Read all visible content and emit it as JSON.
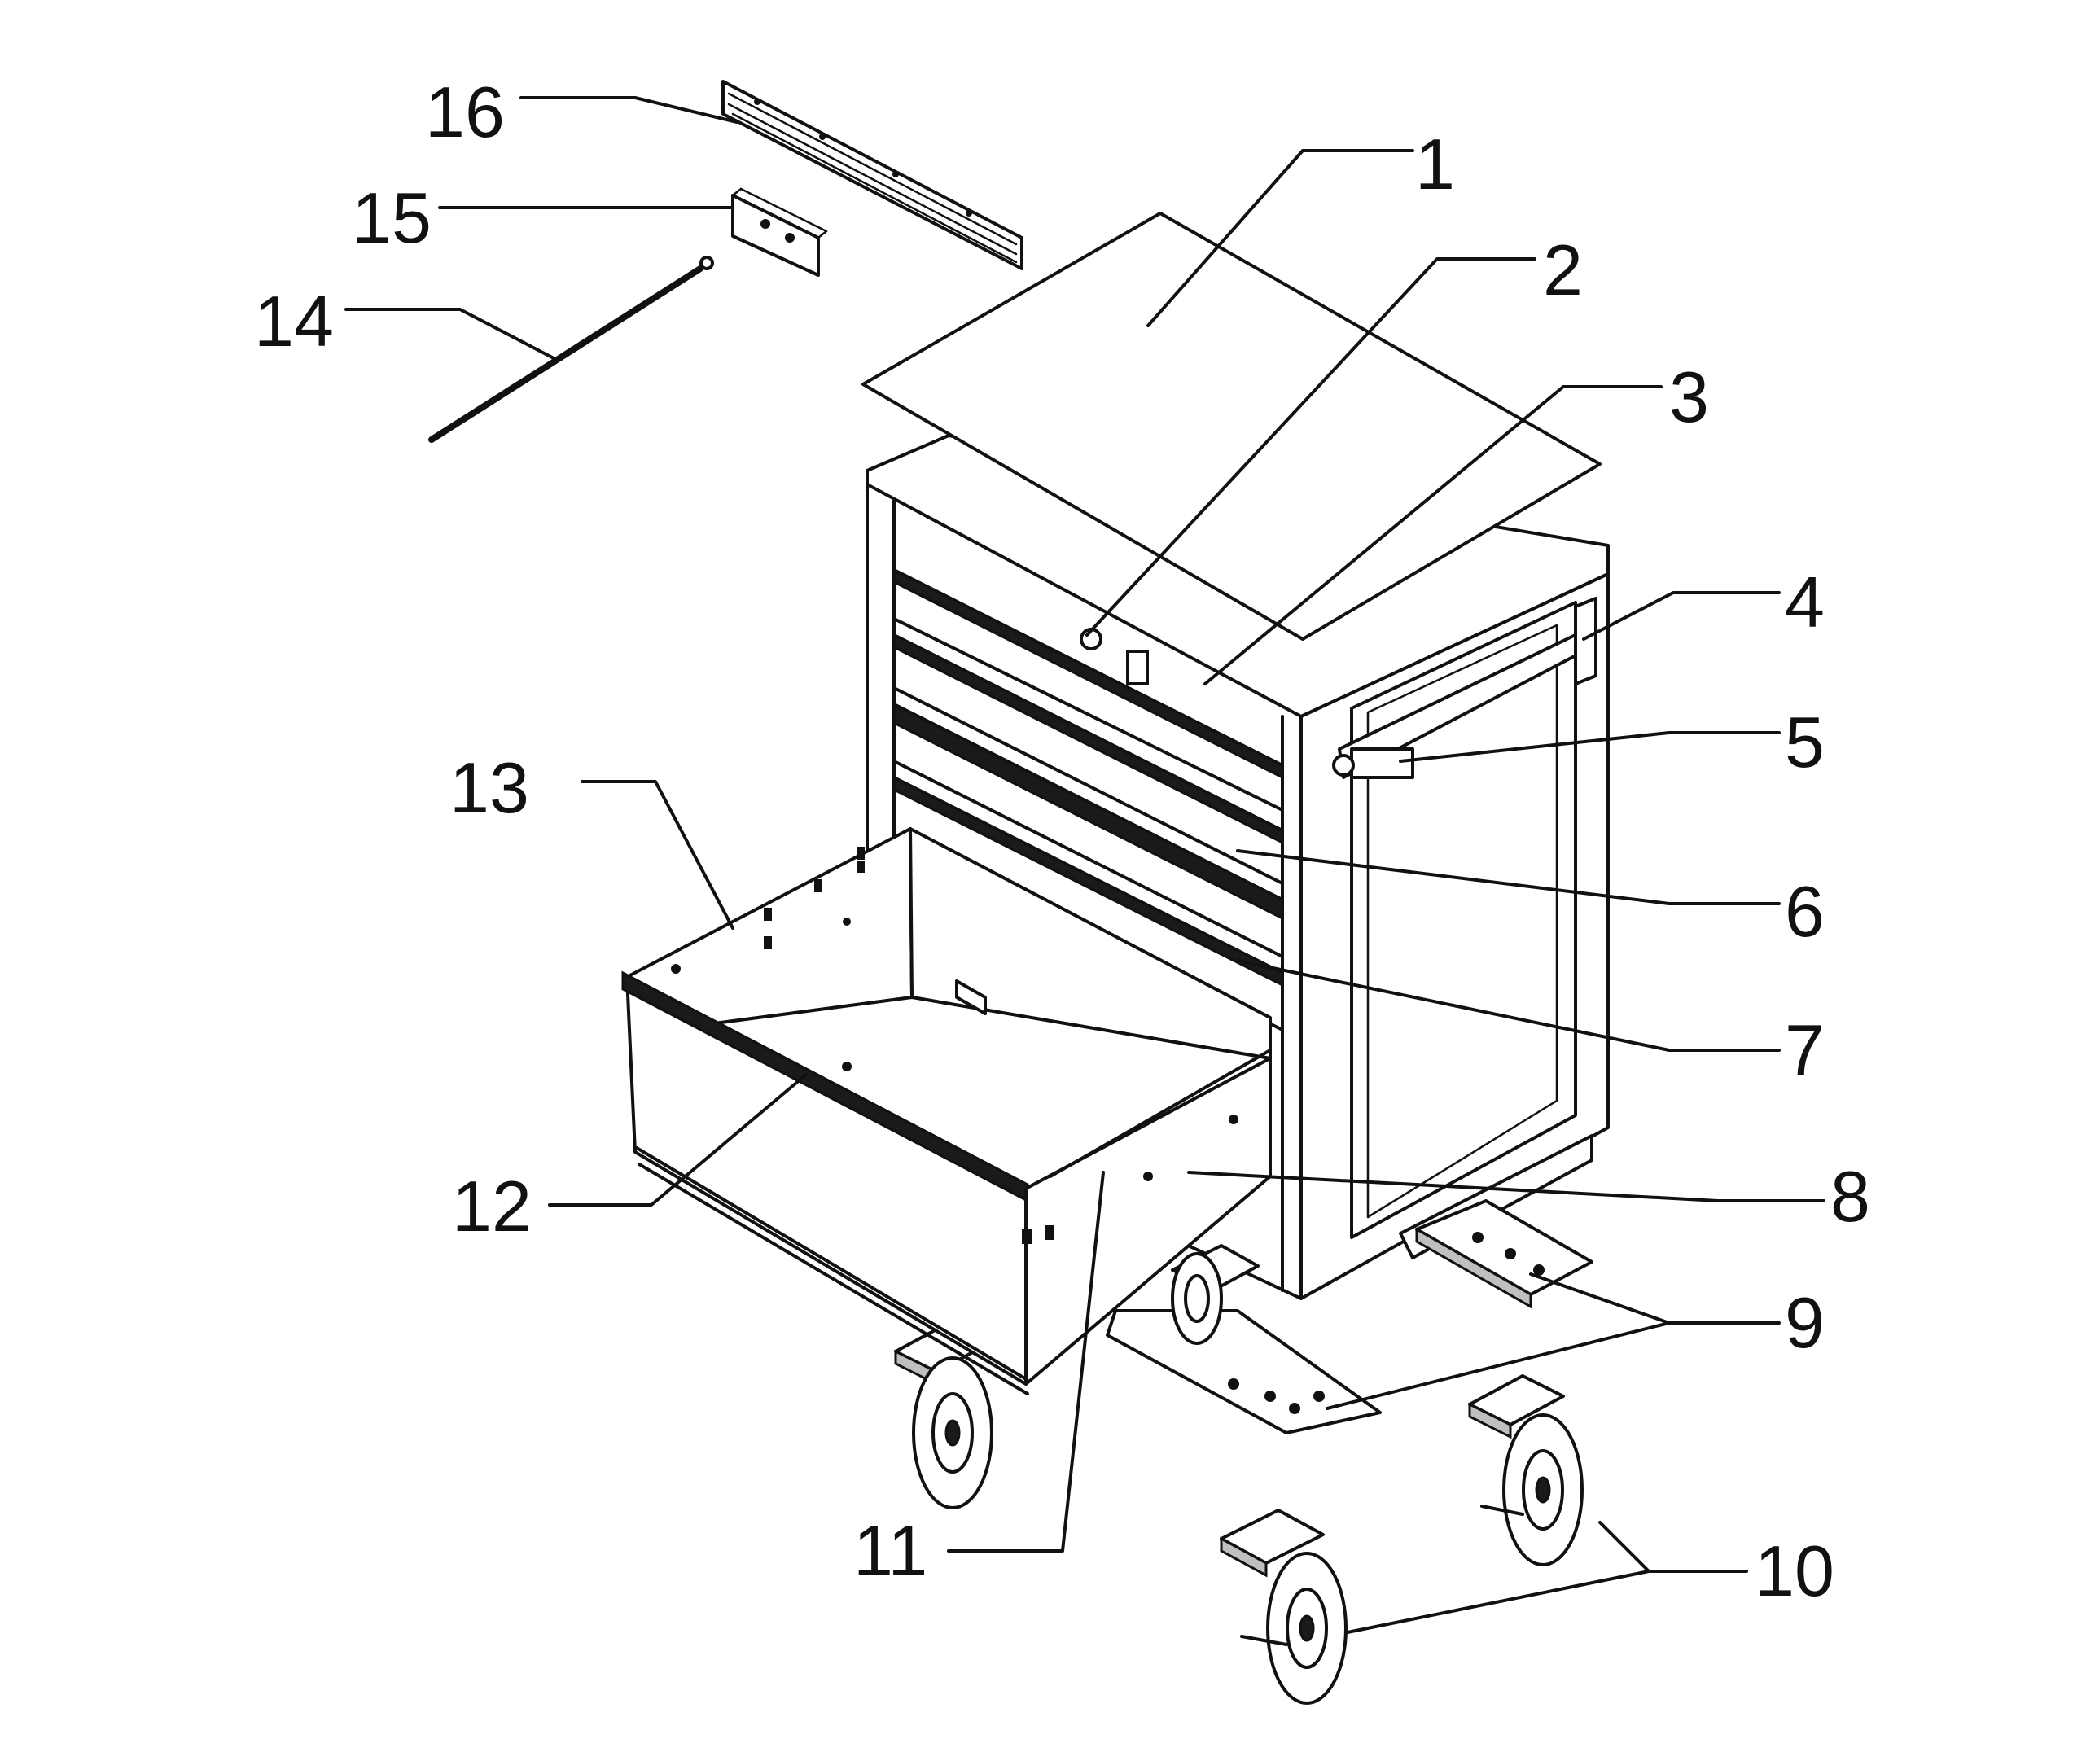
{
  "callouts": [
    {
      "id": "1",
      "label": "1"
    },
    {
      "id": "2",
      "label": "2"
    },
    {
      "id": "3",
      "label": "3"
    },
    {
      "id": "4",
      "label": "4"
    },
    {
      "id": "5",
      "label": "5"
    },
    {
      "id": "6",
      "label": "6"
    },
    {
      "id": "7",
      "label": "7"
    },
    {
      "id": "8",
      "label": "8"
    },
    {
      "id": "9",
      "label": "9"
    },
    {
      "id": "10",
      "label": "10"
    },
    {
      "id": "11",
      "label": "11"
    },
    {
      "id": "12",
      "label": "12"
    },
    {
      "id": "13",
      "label": "13"
    },
    {
      "id": "14",
      "label": "14"
    },
    {
      "id": "15",
      "label": "15"
    },
    {
      "id": "16",
      "label": "16"
    }
  ],
  "colors": {
    "ink": "#111111",
    "background": "#ffffff"
  }
}
